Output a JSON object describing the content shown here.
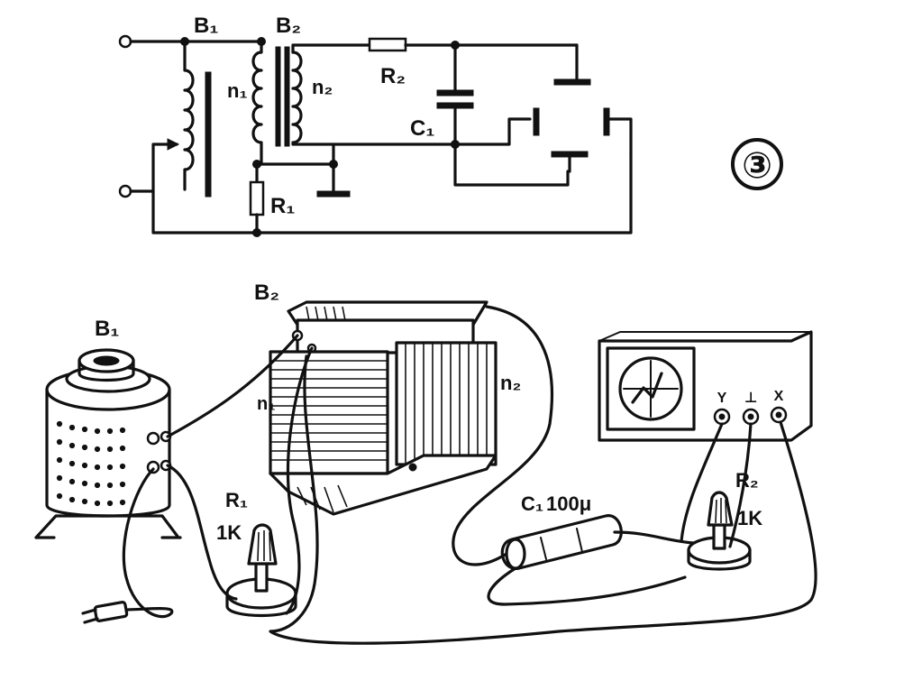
{
  "schematic": {
    "transformer_b1_label": "B₁",
    "transformer_b2_label": "B₂",
    "winding_n1_label": "n₁",
    "winding_n2_label": "n₂",
    "resistor_r2_label": "R₂",
    "capacitor_c1_label": "C₁",
    "resistor_r1_label": "R₁"
  },
  "figure_number": "③",
  "illustration": {
    "variac_label": "B₁",
    "transformer_label": "B₂",
    "winding_n1_label": "n₁",
    "winding_n2_label": "n₂",
    "resistor_r1_label": "R₁",
    "resistor_r1_value": "1K",
    "capacitor_label": "C₁",
    "capacitor_value": "100μ",
    "resistor_r2_label": "R₂",
    "resistor_r2_value": "1K",
    "oscilloscope_terminal_y": "Y",
    "oscilloscope_terminal_ground": "⊥",
    "oscilloscope_terminal_x": "X"
  }
}
